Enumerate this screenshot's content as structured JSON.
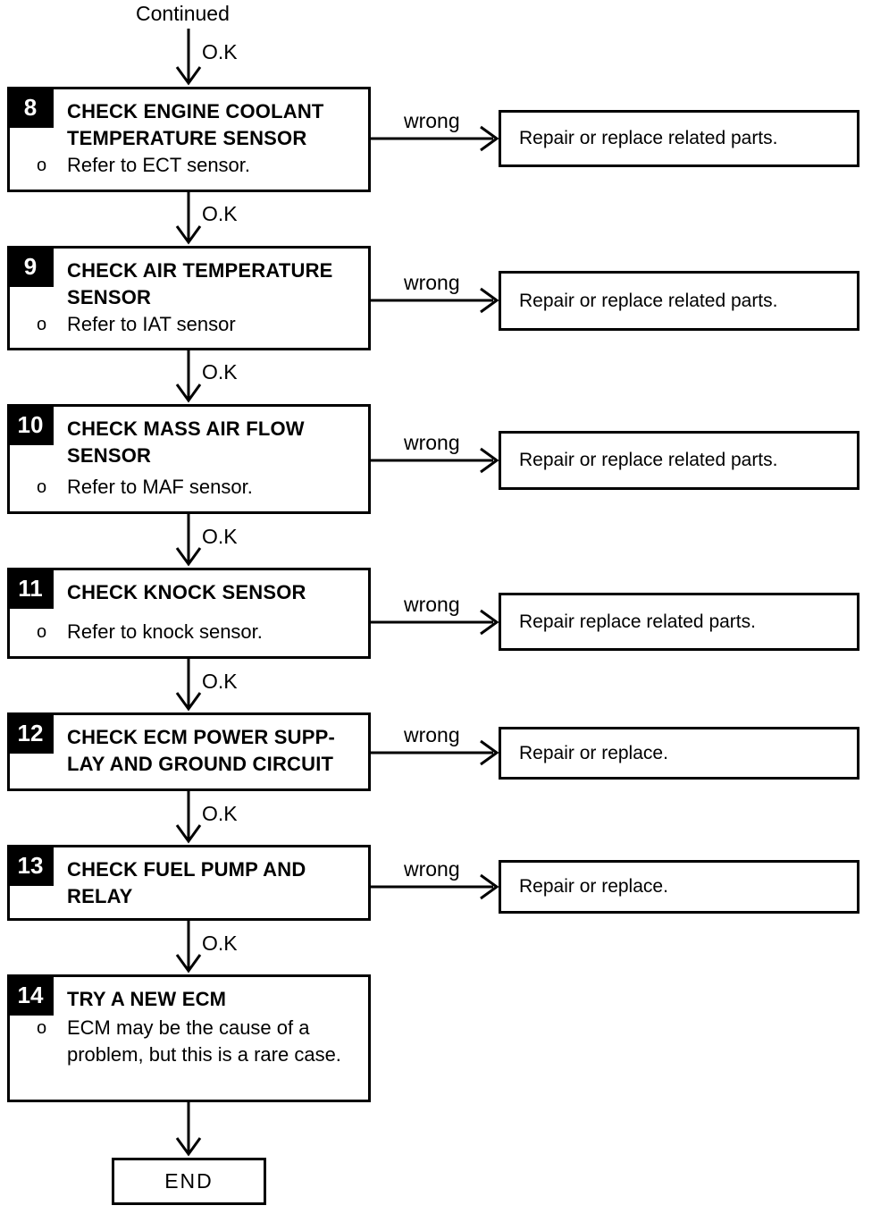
{
  "labels": {
    "continued": "Continued",
    "ok": "O.K",
    "wrong": "wrong",
    "end": "END",
    "bullet_marker": "o"
  },
  "steps": [
    {
      "number": "8",
      "title": "CHECK ENGINE COOLANT\nTEMPERATURE SENSOR",
      "bullet": "Refer to ECT sensor.",
      "result": "Repair or replace related parts."
    },
    {
      "number": "9",
      "title": "CHECK AIR TEMPERATURE\nSENSOR",
      "bullet": "Refer to IAT sensor",
      "result": "Repair or replace related parts."
    },
    {
      "number": "10",
      "title": "CHECK MASS AIR FLOW\nSENSOR",
      "bullet": "Refer to MAF sensor.",
      "result": "Repair or replace related parts."
    },
    {
      "number": "11",
      "title": "CHECK KNOCK SENSOR",
      "bullet": "Refer to knock sensor.",
      "result": "Repair replace related parts."
    },
    {
      "number": "12",
      "title": "CHECK ECM POWER SUPP-\nLAY AND GROUND CIRCUIT",
      "bullet": "",
      "result": "Repair or replace."
    },
    {
      "number": "13",
      "title": "CHECK FUEL PUMP AND\nRELAY",
      "bullet": "",
      "result": "Repair or replace."
    },
    {
      "number": "14",
      "title": "TRY A NEW ECM",
      "bullet": "ECM may be the cause of a problem, but this is a rare case.",
      "result": ""
    }
  ]
}
